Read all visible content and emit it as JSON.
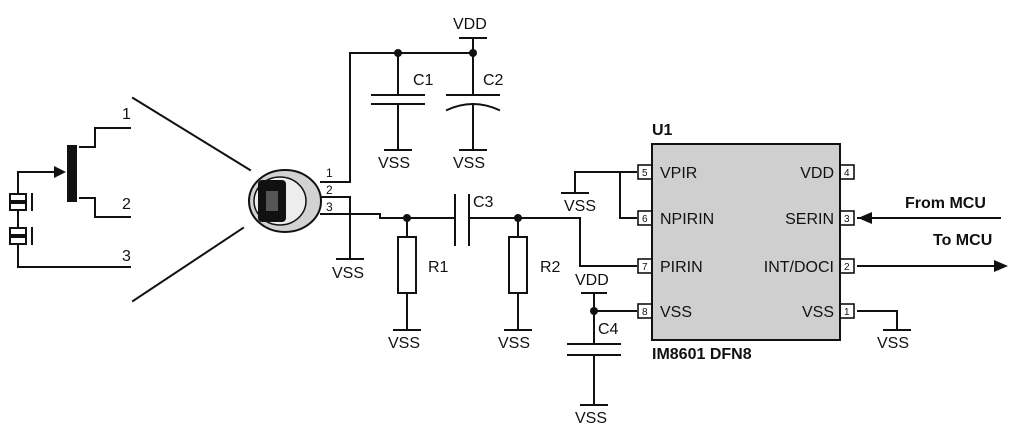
{
  "chip": {
    "ref": "U1",
    "part": "IM8601 DFN8",
    "fill": "#cfcfcf",
    "pins_left": [
      {
        "num": "5",
        "name": "VPIR"
      },
      {
        "num": "6",
        "name": "NPIRIN"
      },
      {
        "num": "7",
        "name": "PIRIN"
      },
      {
        "num": "8",
        "name": "VSS"
      }
    ],
    "pins_right": [
      {
        "num": "4",
        "name": "VDD"
      },
      {
        "num": "3",
        "name": "SERIN"
      },
      {
        "num": "2",
        "name": "INT/DOCI"
      },
      {
        "num": "1",
        "name": "VSS"
      }
    ]
  },
  "components": {
    "c1": "C1",
    "c2": "C2",
    "c3": "C3",
    "c4": "C4",
    "r1": "R1",
    "r2": "R2"
  },
  "power": {
    "vdd": "VDD",
    "vss": "VSS"
  },
  "sensor": {
    "pins": [
      "1",
      "2",
      "3"
    ],
    "detail_pins": [
      "1",
      "2",
      "3"
    ]
  },
  "signals": {
    "from_mcu": "From MCU",
    "to_mcu": "To MCU"
  }
}
